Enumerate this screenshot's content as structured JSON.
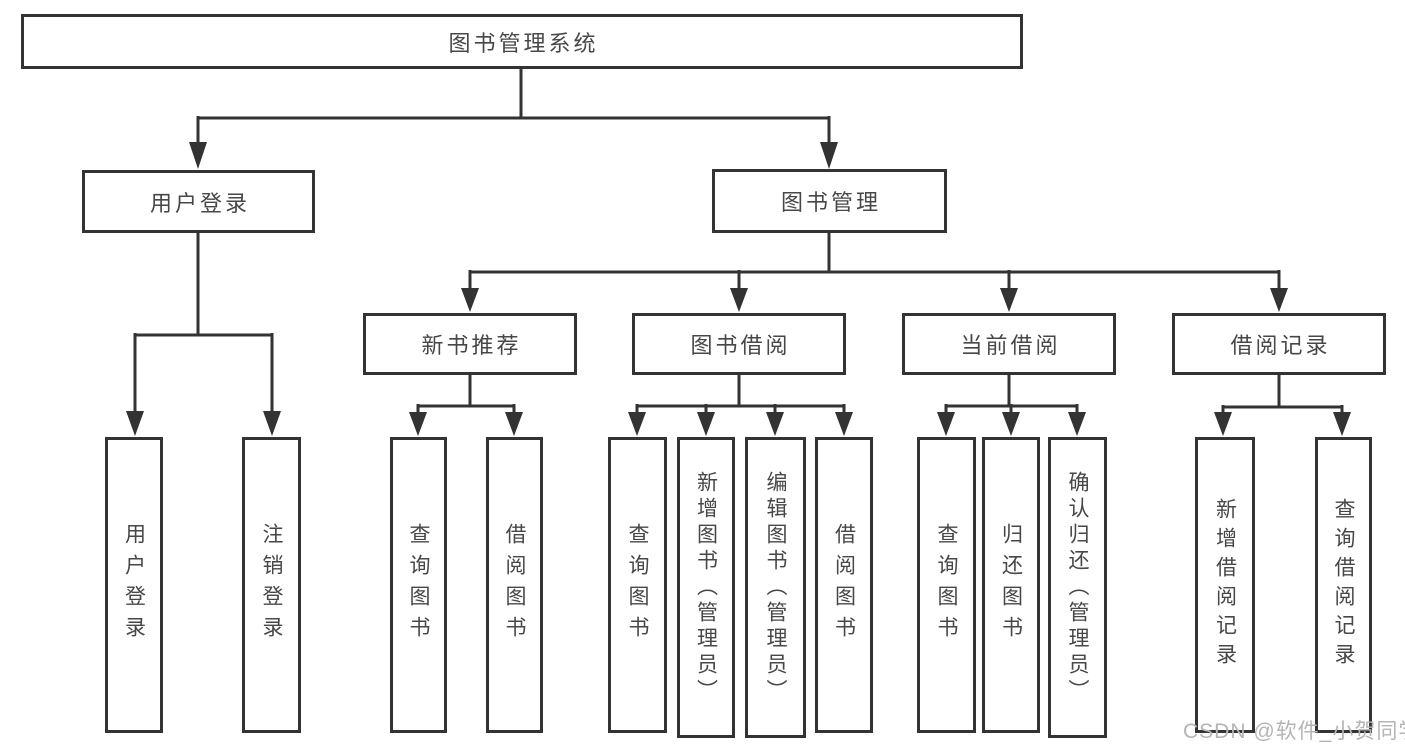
{
  "diagram": {
    "type": "hierarchy-tree",
    "tree": {
      "label": "图书管理系统",
      "children": [
        {
          "label": "用户登录",
          "children": [
            {
              "label": "用户登录"
            },
            {
              "label": "注销登录"
            }
          ]
        },
        {
          "label": "图书管理",
          "children": [
            {
              "label": "新书推荐",
              "children": [
                {
                  "label": "查询图书"
                },
                {
                  "label": "借阅图书"
                }
              ]
            },
            {
              "label": "图书借阅",
              "children": [
                {
                  "label": "查询图书"
                },
                {
                  "label": "新增图书（管理员）"
                },
                {
                  "label": "编辑图书（管理员）"
                },
                {
                  "label": "借阅图书"
                }
              ]
            },
            {
              "label": "当前借阅",
              "children": [
                {
                  "label": "查询图书"
                },
                {
                  "label": "归还图书"
                },
                {
                  "label": "确认归还（管理员）"
                }
              ]
            },
            {
              "label": "借阅记录",
              "children": [
                {
                  "label": "新增借阅记录"
                },
                {
                  "label": "查询借阅记录"
                }
              ]
            }
          ]
        }
      ]
    }
  },
  "watermark": {
    "text": "CSDN @软件_小贺同学"
  },
  "colors": {
    "line": "#333333",
    "box_border": "#333333",
    "text": "#474747",
    "watermark": "#b5b5b5",
    "background": "#ffffff"
  }
}
